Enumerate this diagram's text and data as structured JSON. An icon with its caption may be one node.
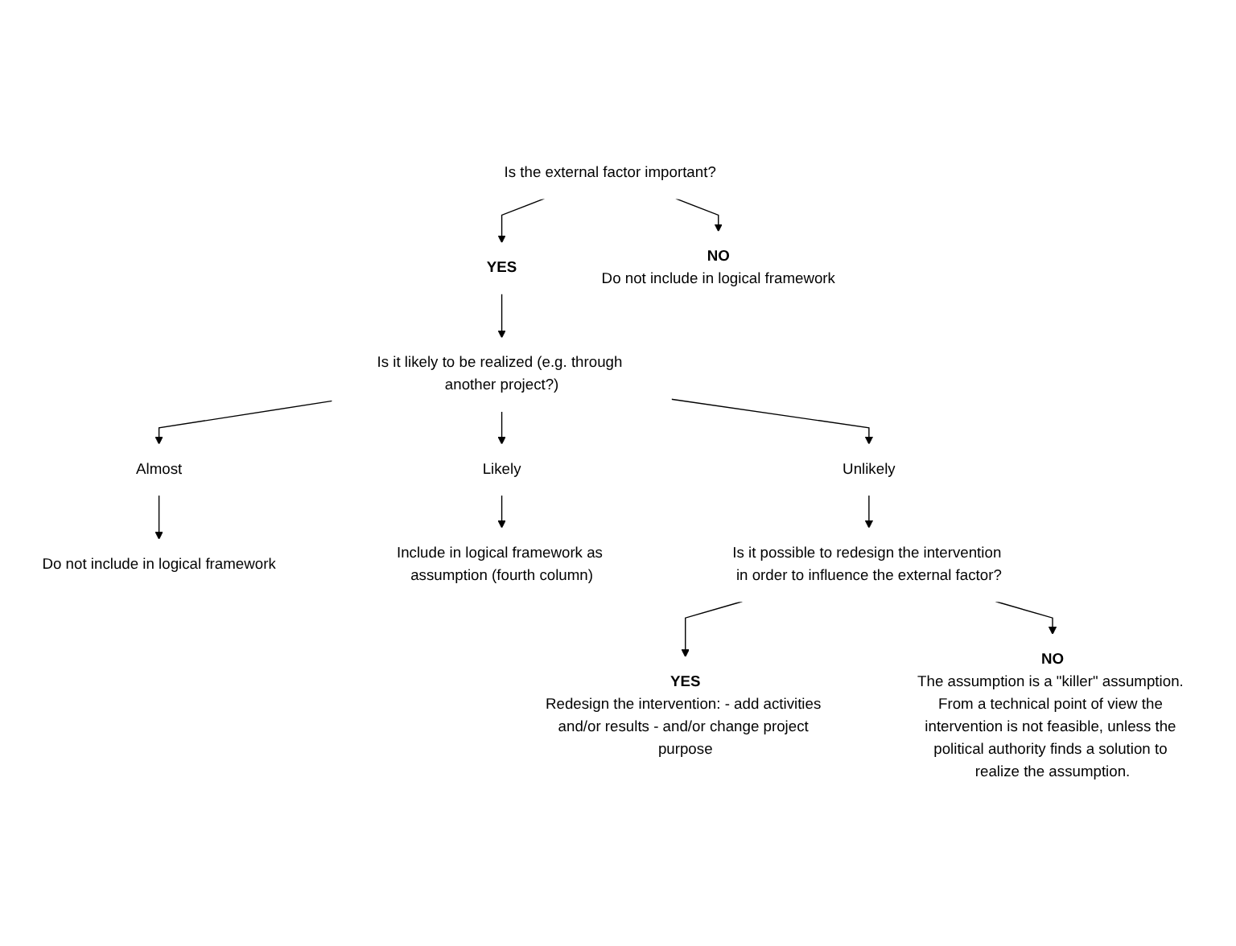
{
  "diagram": {
    "nodes": [
      {
        "text": [
          "Is the external factor important?"
        ]
      },
      {
        "text": [
          "YES"
        ]
      },
      {
        "text": [
          "NO",
          "Do not include in logical framework"
        ]
      },
      {
        "text": [
          "Is it likely to be realized (e.g. through another project?)"
        ]
      },
      {
        "text": [
          "Almost"
        ]
      },
      {
        "text": [
          "Likely"
        ]
      },
      {
        "text": [
          "Unlikely"
        ]
      },
      {
        "text": [
          "Do not include in logical framework"
        ]
      },
      {
        "text": [
          "Include in logical framework as assumption (fourth column)"
        ]
      },
      {
        "text": [
          "Is it possible to redesign the intervention in order to influence the external factor?"
        ]
      },
      {
        "text": [
          "YES",
          "Redesign the intervention: - add activities and/or results - and/or change project purpose"
        ]
      },
      {
        "text": [
          "NO",
          "The assumption is a \"killer\" assumption. From a technical point of view the intervention is not feasible, unless the political authority finds a solution to realize the assumption."
        ]
      }
    ],
    "edges": [
      {
        "from": 0,
        "to": 1,
        "arrow": "to"
      },
      {
        "from": 0,
        "to": 2,
        "arrow": "to"
      },
      {
        "from": 1,
        "to": 3,
        "arrow": "to"
      },
      {
        "from": 3,
        "to": 4,
        "arrow": "to"
      },
      {
        "from": 3,
        "to": 5,
        "arrow": "to"
      },
      {
        "from": 3,
        "to": 6,
        "arrow": "to"
      },
      {
        "from": 4,
        "to": 7,
        "arrow": "to"
      },
      {
        "from": 5,
        "to": 8,
        "arrow": "to"
      },
      {
        "from": 6,
        "to": 9,
        "arrow": "to"
      },
      {
        "from": 9,
        "to": 10,
        "arrow": "to"
      },
      {
        "from": 9,
        "to": 11,
        "arrow": "to"
      }
    ]
  }
}
